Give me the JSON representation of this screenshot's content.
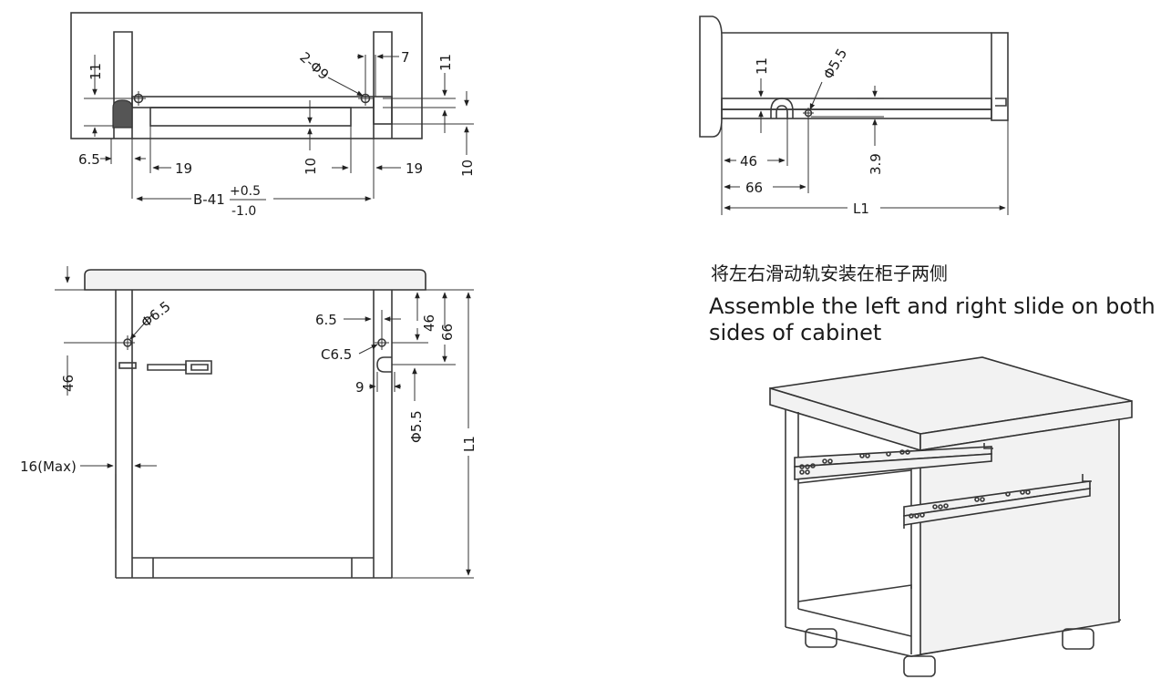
{
  "caption": {
    "zh": "将左右滑动轨安装在柜子两侧",
    "en": "Assemble the left and right slide on both sides of cabinet"
  },
  "views": {
    "top_section": {
      "labels": {
        "d11_left": "11",
        "d2phi9": "2-Φ9",
        "d7": "7",
        "d11_right": "11",
        "d6_5": "6.5",
        "d19_left": "19",
        "d10_mid": "10",
        "d19_right": "19",
        "d10_right": "10",
        "b41_main": "B-41",
        "b41_plus": "+0.5",
        "b41_minus": "-1.0"
      }
    },
    "side_section": {
      "labels": {
        "d11": "11",
        "phi5_5": "Φ5.5",
        "d46": "46",
        "d3_9": "3.9",
        "d66": "66",
        "l1": "L1"
      }
    },
    "front_view": {
      "labels": {
        "phi6_5": "Φ6.5",
        "d46_left": "46",
        "d16max": "16(Max)",
        "d6_5": "6.5",
        "d46_right": "46",
        "d66": "66",
        "c6_5": "C6.5",
        "d9": "9",
        "phi5_5": "Φ5.5",
        "l1": "L1"
      }
    }
  }
}
